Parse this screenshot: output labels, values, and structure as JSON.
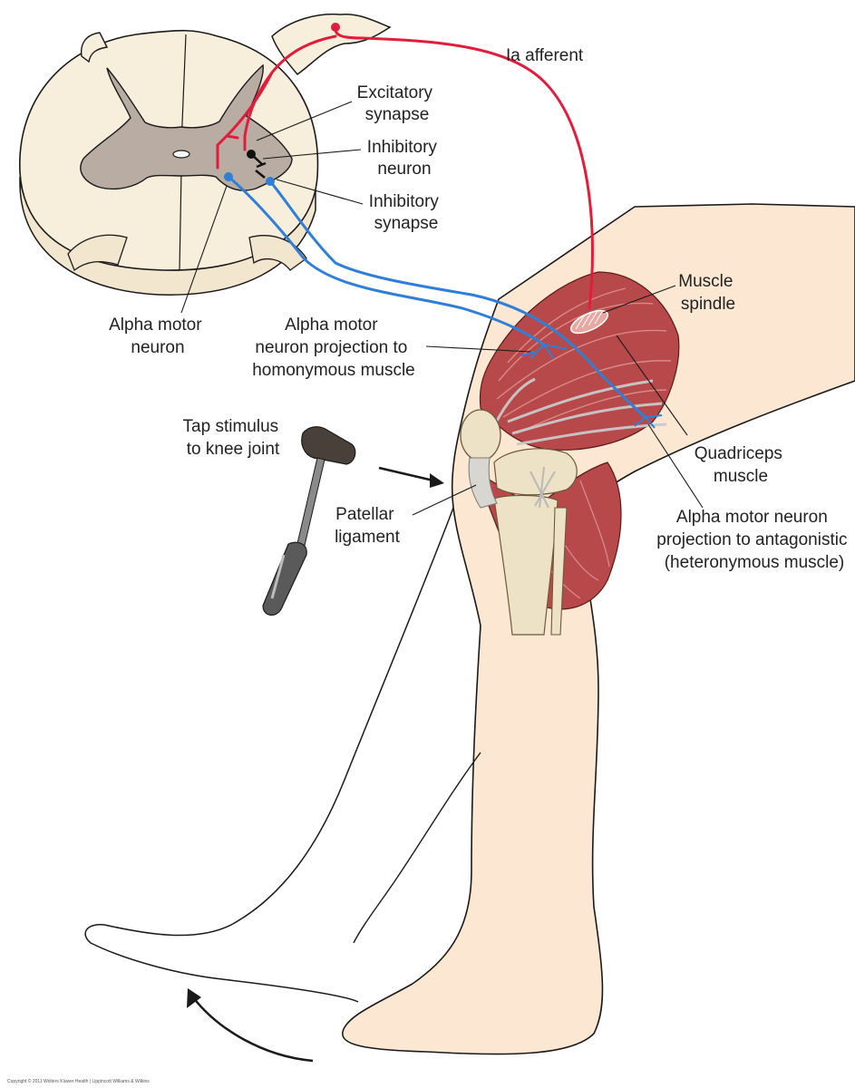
{
  "labels": {
    "ia_afferent": "Ia afferent",
    "excitatory_synapse": [
      "Excitatory",
      "synapse"
    ],
    "inhibitory_neuron": [
      "Inhibitory",
      "neuron"
    ],
    "inhibitory_synapse": [
      "Inhibitory",
      "synapse"
    ],
    "alpha_motor_neuron": [
      "Alpha motor",
      "neuron"
    ],
    "alpha_projection_homonymous": [
      "Alpha motor",
      "neuron projection to",
      "homonymous muscle"
    ],
    "muscle_spindle": [
      "Muscle",
      "spindle"
    ],
    "tap_stimulus": [
      "Tap stimulus",
      "to knee joint"
    ],
    "patellar_ligament": [
      "Patellar",
      "ligament"
    ],
    "quadriceps_muscle": [
      "Quadriceps",
      "muscle"
    ],
    "alpha_projection_antagonistic": [
      "Alpha motor neuron",
      "projection to antagonistic",
      "(heteronymous muscle)"
    ]
  },
  "copyright": "Copyright © 2011 Wolters Kluwer Health | Lippincott Williams & Wilkins",
  "colors": {
    "afferent": "#e01e3c",
    "efferent": "#2f7fd6",
    "gray_matter": "#b9aca2",
    "white_matter": "#f7eedc",
    "skin": "#fbe7d2",
    "muscle": "#b8494a",
    "bone": "#ede2c6",
    "outline": "#1a1a1a"
  }
}
